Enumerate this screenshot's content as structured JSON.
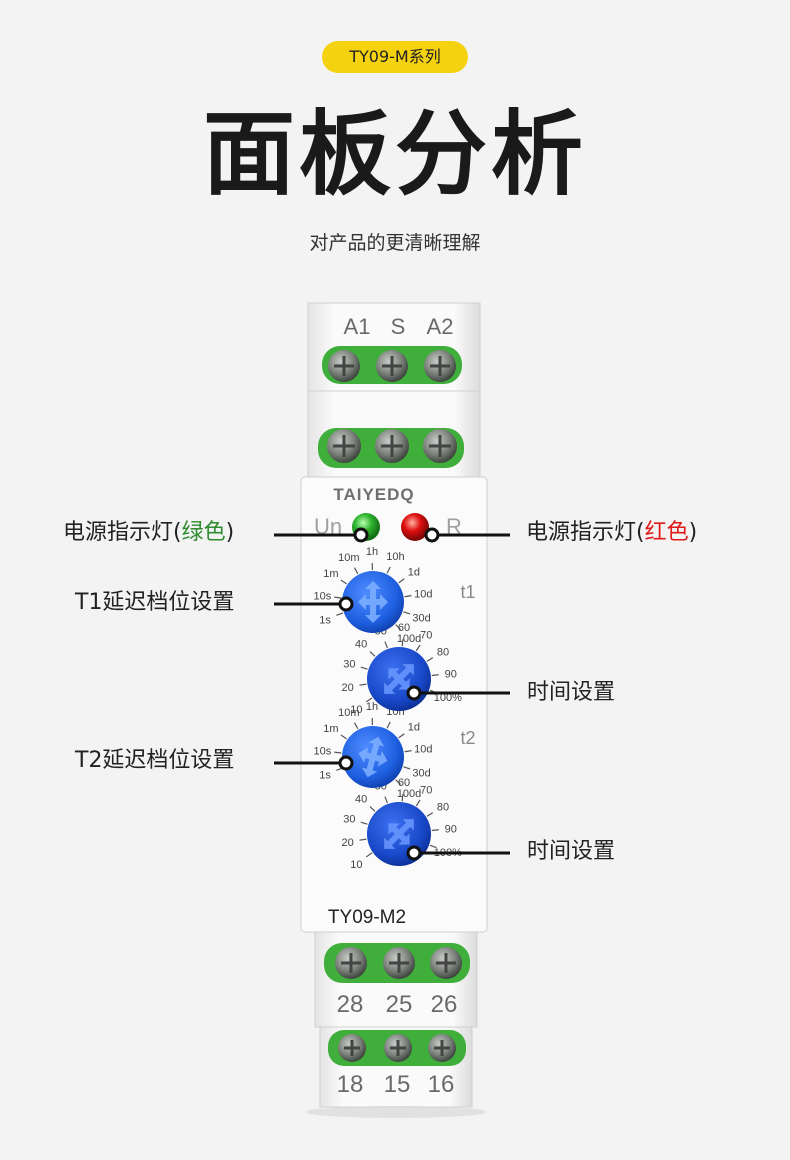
{
  "header": {
    "badge": "TY09-M系列",
    "title": "面板分析",
    "subtitle": "对产品的更清晰理解"
  },
  "device": {
    "brand": "TAIYEDQ",
    "model": "TY09-M2",
    "top_terminal_labels": [
      "A1",
      "S",
      "A2"
    ],
    "bottom_terminal_labels_1": [
      "28",
      "25",
      "26"
    ],
    "bottom_terminal_labels_2": [
      "18",
      "15",
      "16"
    ],
    "led_left_label": "Un",
    "led_right_label": "R",
    "t1_label": "t1",
    "t2_label": "t2",
    "range_scale": [
      "1s",
      "10s",
      "1m",
      "10m",
      "1h",
      "10h",
      "1d",
      "10d",
      "30d",
      "100d"
    ],
    "percent_scale": [
      "10",
      "20",
      "30",
      "40",
      "50",
      "60",
      "70",
      "80",
      "90",
      "100%"
    ],
    "colors": {
      "green_led": "#2fb52f",
      "red_led": "#e01010",
      "knob_blue": "#1e5fe0",
      "terminal_green": "#3fae3a",
      "badge_yellow": "#f5d20f"
    }
  },
  "callouts": {
    "power_green_prefix": "电源指示灯(",
    "power_green_color": "绿色",
    "power_green_suffix": ")",
    "power_red_prefix": "电源指示灯(",
    "power_red_color": "红色",
    "power_red_suffix": ")",
    "t1_range": "T1延迟档位设置",
    "t2_range": "T2延迟档位设置",
    "time_set_1": "时间设置",
    "time_set_2": "时间设置"
  }
}
